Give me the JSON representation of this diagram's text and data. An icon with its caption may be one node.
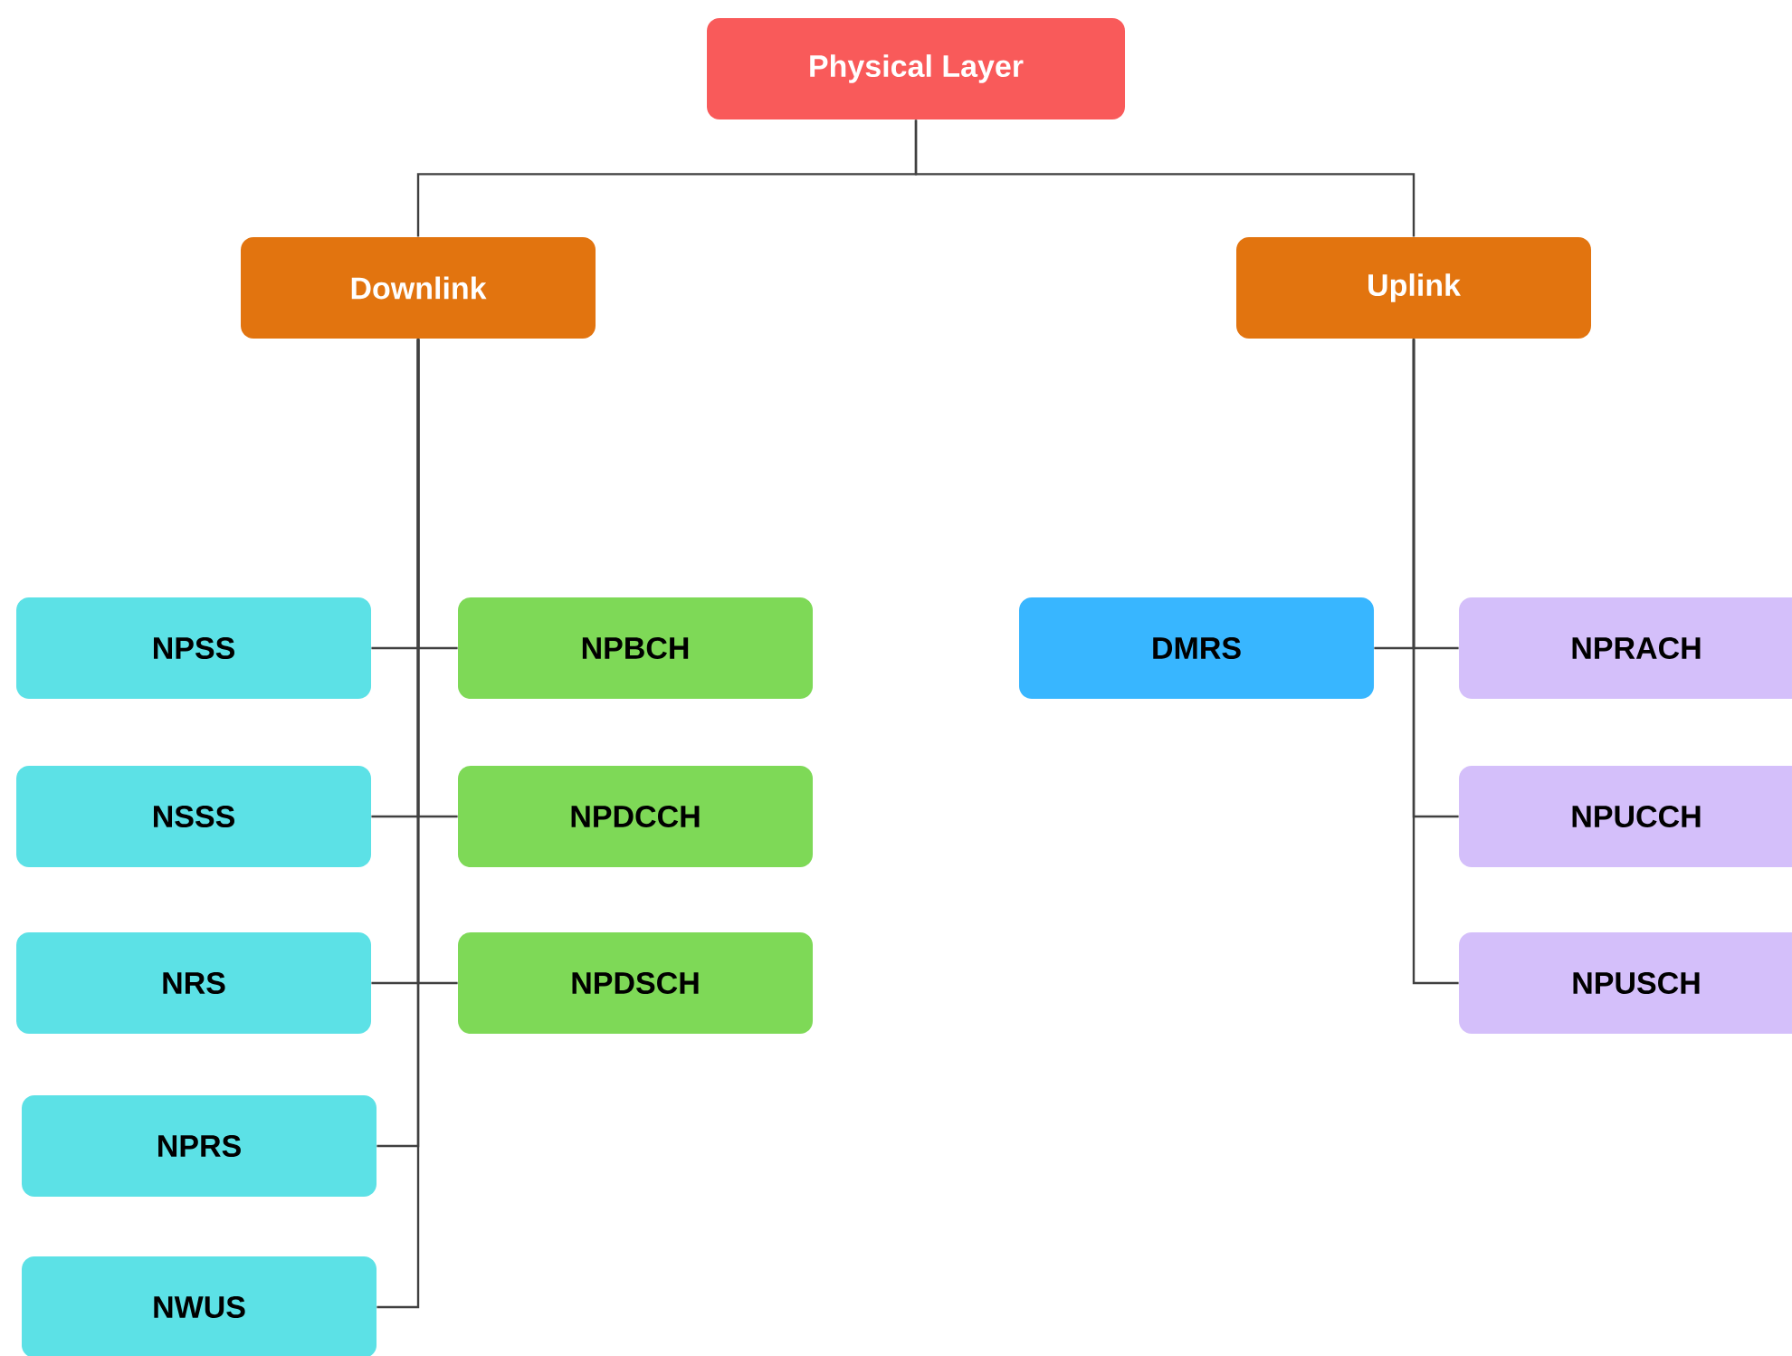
{
  "diagram": {
    "nodes": [
      {
        "text": [
          "Physical Layer"
        ]
      },
      {
        "text": [
          "Downlink"
        ]
      },
      {
        "text": [
          "Uplink"
        ]
      },
      {
        "text": [
          "NPSS"
        ]
      },
      {
        "text": [
          "NPBCH"
        ]
      },
      {
        "text": [
          "NSSS"
        ]
      },
      {
        "text": [
          "NPDCCH"
        ]
      },
      {
        "text": [
          "NRS"
        ]
      },
      {
        "text": [
          "NPDSCH"
        ]
      },
      {
        "text": [
          "NPRS"
        ]
      },
      {
        "text": [
          "NWUS"
        ]
      },
      {
        "text": [
          "DMRS"
        ]
      },
      {
        "text": [
          "NPRACH"
        ]
      },
      {
        "text": [
          "NPUCCH"
        ]
      },
      {
        "text": [
          "NPUSCH"
        ]
      }
    ],
    "edges": [
      {
        "from": 0,
        "to": 1,
        "arrow": "none"
      },
      {
        "from": 0,
        "to": 2,
        "arrow": "none"
      },
      {
        "from": 1,
        "to": 3,
        "arrow": "none"
      },
      {
        "from": 1,
        "to": 4,
        "arrow": "none"
      },
      {
        "from": 1,
        "to": 5,
        "arrow": "none"
      },
      {
        "from": 1,
        "to": 6,
        "arrow": "none"
      },
      {
        "from": 1,
        "to": 7,
        "arrow": "none"
      },
      {
        "from": 1,
        "to": 8,
        "arrow": "none"
      },
      {
        "from": 1,
        "to": 9,
        "arrow": "none"
      },
      {
        "from": 1,
        "to": 10,
        "arrow": "none"
      },
      {
        "from": 2,
        "to": 11,
        "arrow": "none"
      },
      {
        "from": 2,
        "to": 12,
        "arrow": "none"
      },
      {
        "from": 2,
        "to": 13,
        "arrow": "none"
      },
      {
        "from": 2,
        "to": 14,
        "arrow": "none"
      }
    ]
  }
}
